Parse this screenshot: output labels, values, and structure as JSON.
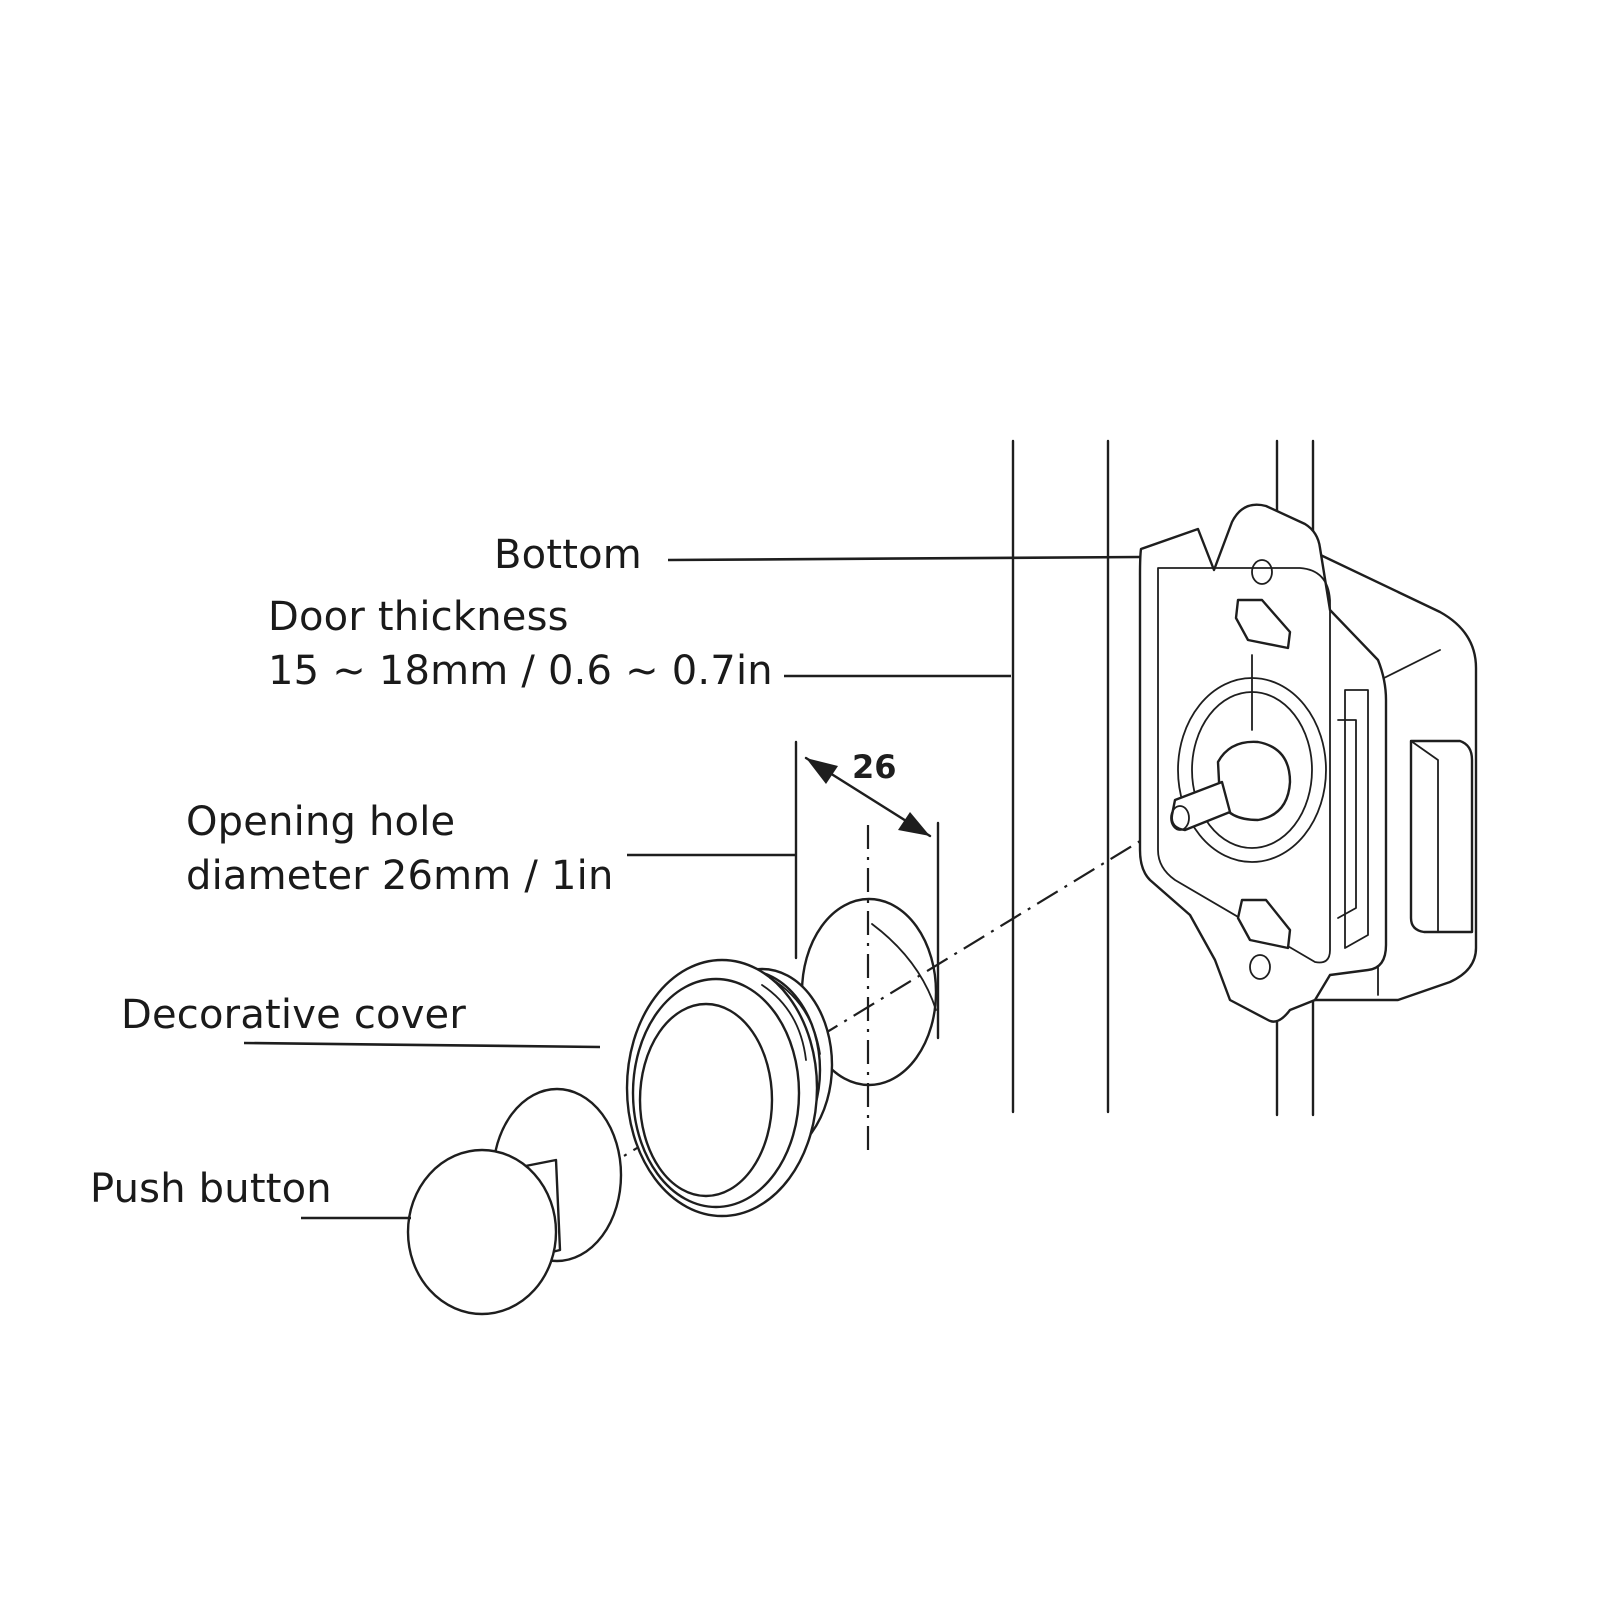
{
  "labels": {
    "bottom": "Bottom",
    "door_thickness_line1": "Door thickness",
    "door_thickness_line2": "15 ~ 18mm / 0.6 ~ 0.7in",
    "opening_hole_line1": "Opening hole",
    "opening_hole_line2": "diameter 26mm / 1in",
    "decorative_cover": "Decorative cover",
    "push_button": "Push button"
  },
  "dimension": {
    "hole_diameter_value": "26"
  },
  "colors": {
    "background": "#ffffff",
    "line": "#1e1e1e",
    "text": "#1a1a1a"
  }
}
